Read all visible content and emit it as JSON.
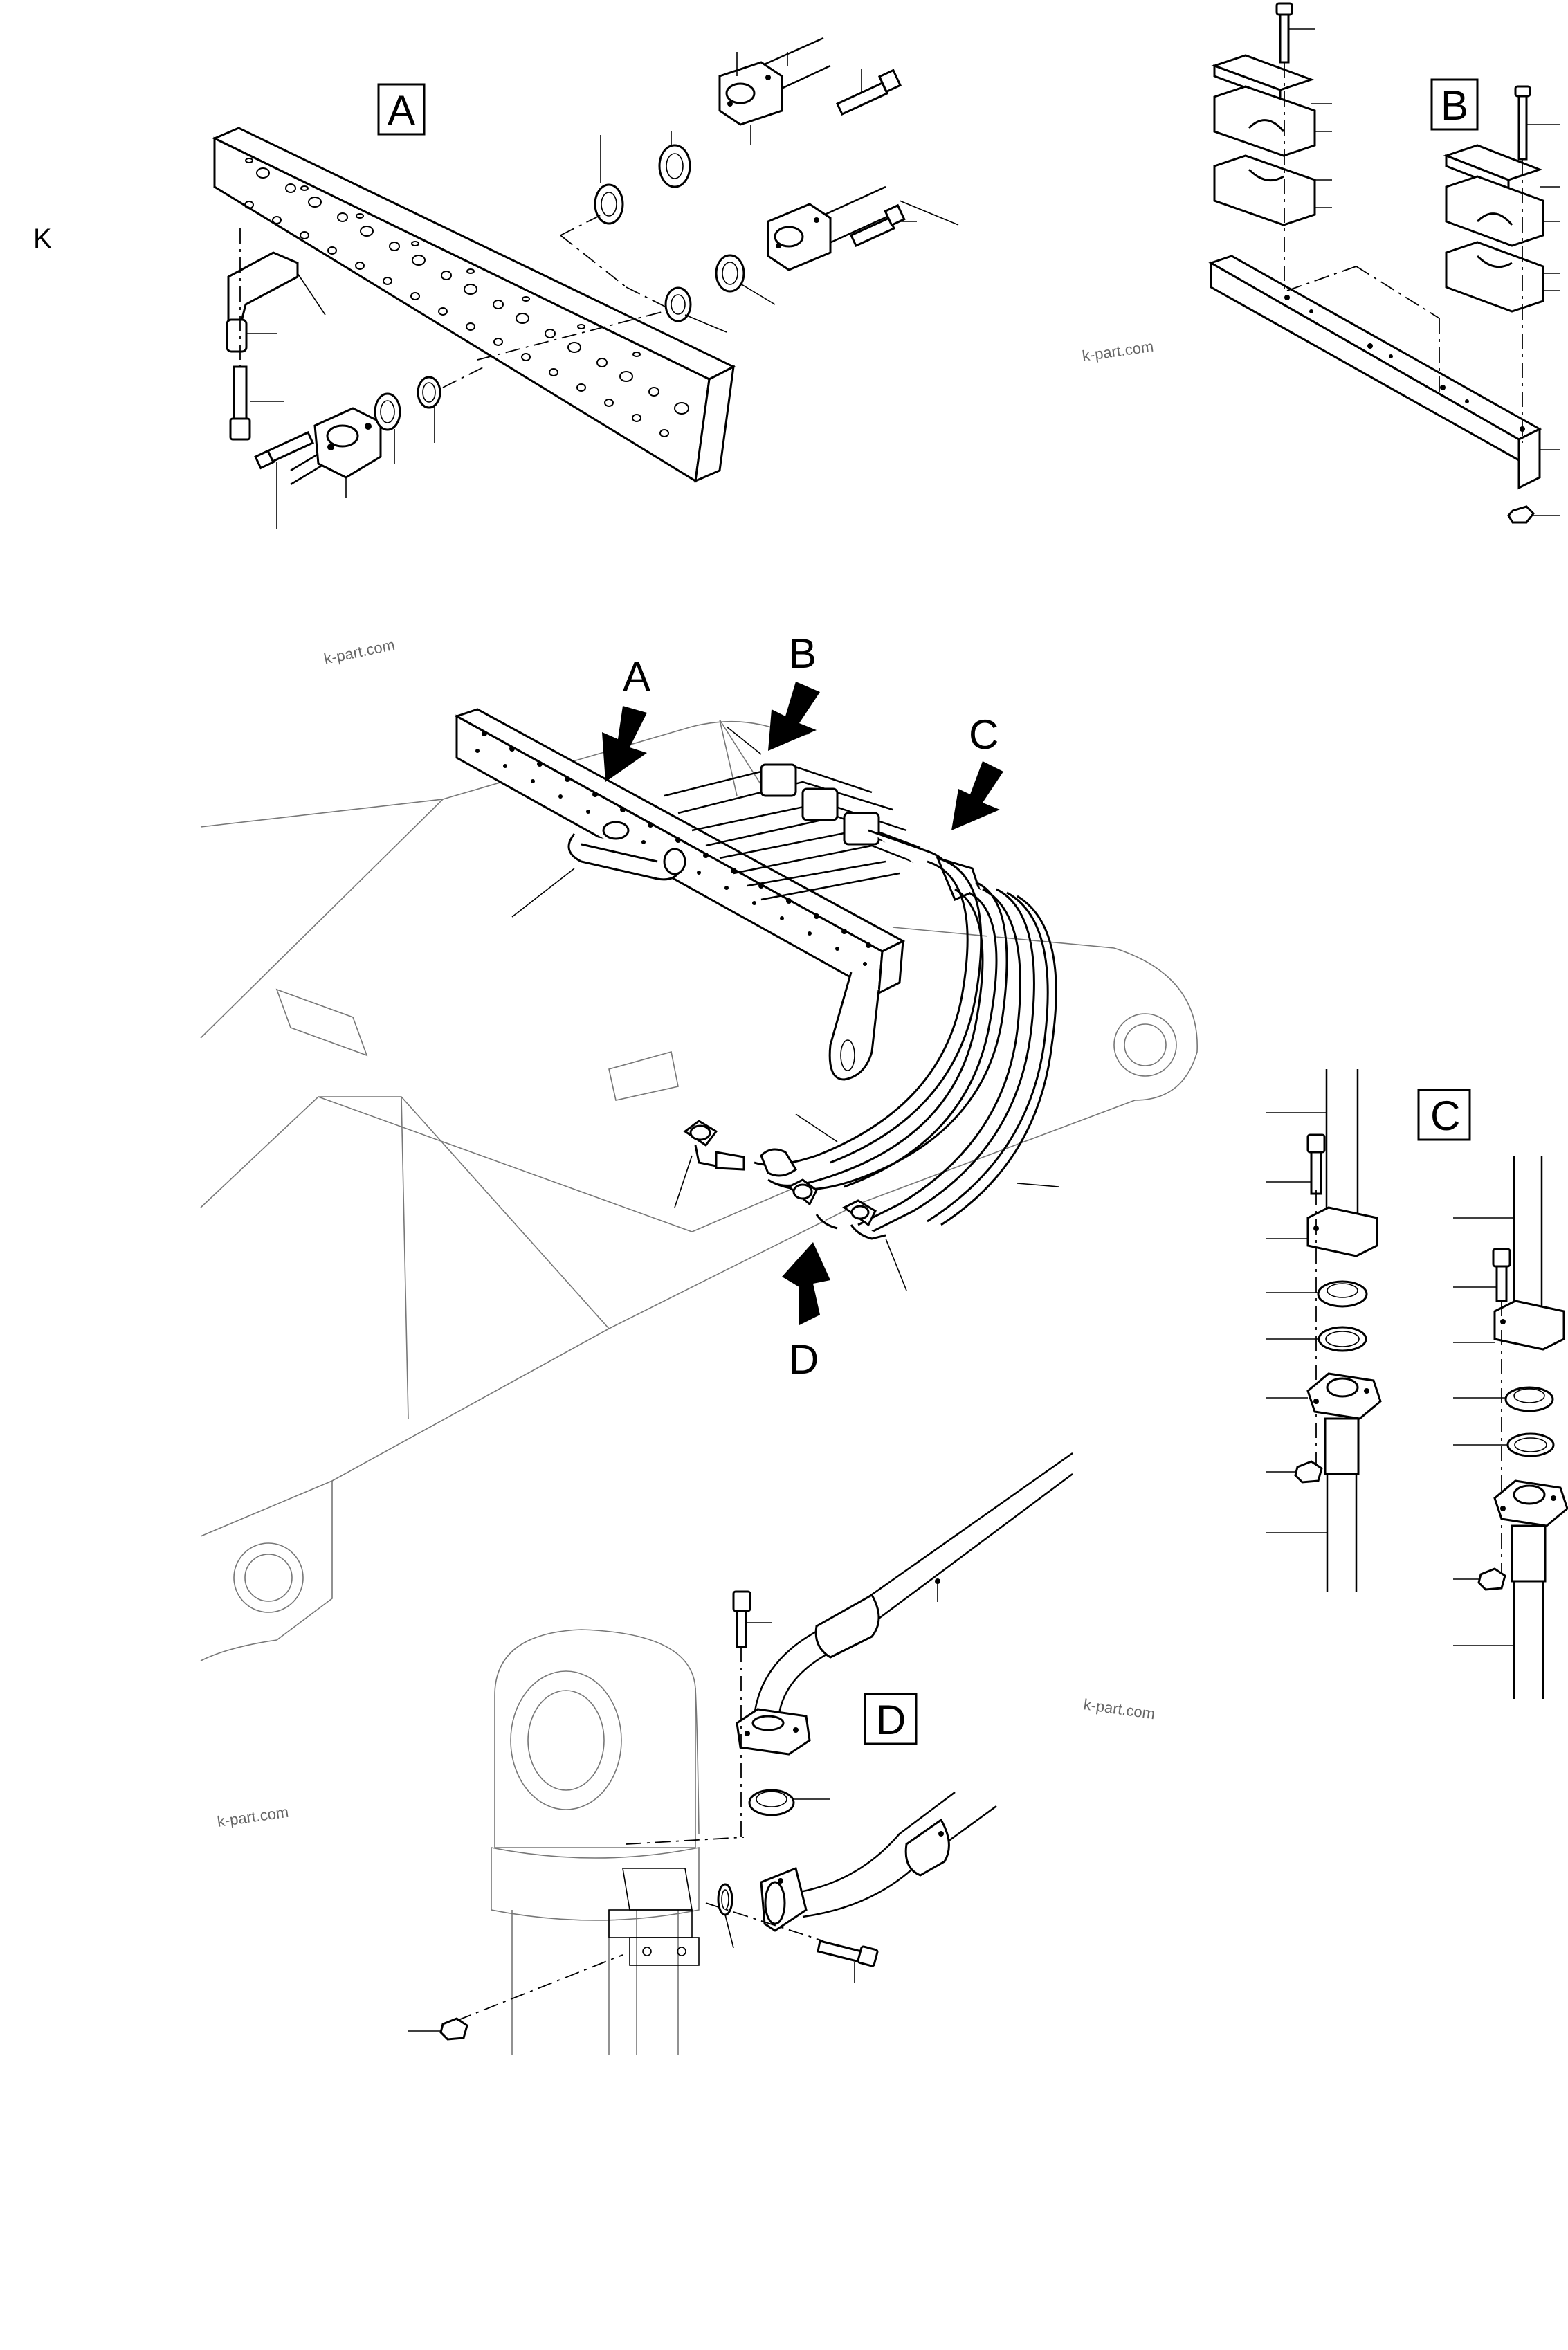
{
  "page": {
    "corner_letter": "K",
    "watermark": "k-part.com"
  },
  "details": {
    "A": "A",
    "B": "B",
    "C": "C",
    "D": "D"
  },
  "arrows": {
    "A": "A",
    "B": "B",
    "C": "C",
    "D": "D"
  },
  "colors": {
    "line": "#000000",
    "background": "#ffffff",
    "body_outline": "#777777",
    "watermark": "#666666"
  }
}
